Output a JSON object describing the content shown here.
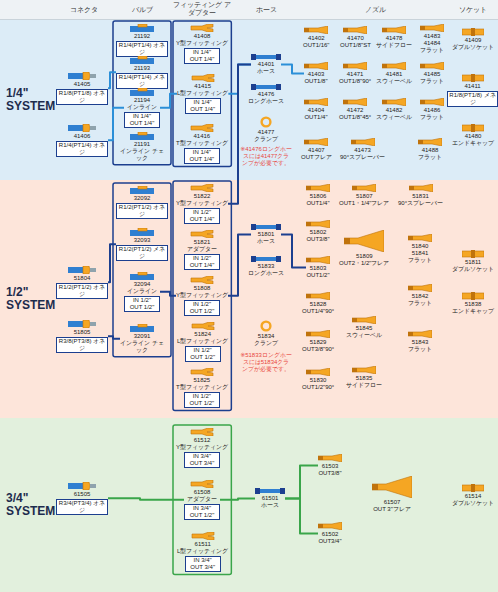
{
  "diagram": {
    "nodes": [
      {
        "text": [
          "1/4\" SYSTEM"
        ]
      },
      {
        "text": [
          "41405",
          "R1/8(PT1/8) オネジ"
        ],
        "in": 0
      },
      {
        "text": [
          "41406",
          "R1/4(PT1/4) オネジ"
        ],
        "in": 0
      },
      {
        "text": [
          "21192",
          "R1/4(PT1/4) オネジ"
        ],
        "in": 0
      },
      {
        "text": [
          "21193",
          "R1/4(PT1/4) メネジ"
        ],
        "in": 0
      },
      {
        "text": [
          "21194",
          "インライン",
          "IN 1/4\" OUT 1/4\""
        ],
        "in": 0
      },
      {
        "text": [
          "21191",
          "インライン チェック"
        ],
        "in": 0
      },
      {
        "text": [
          "41408",
          "Y型フィッティング",
          "IN 1/4\" OUT 1/4\""
        ],
        "in": 0
      },
      {
        "text": [
          "41415",
          "L型フィッティング",
          "IN 1/4\" OUT 1/4\""
        ],
        "in": 0
      },
      {
        "text": [
          "41416",
          "T型フィッティング",
          "IN 1/4\" OUT 1/4\""
        ],
        "in": 0
      },
      {
        "text": [
          "41401",
          "ホース"
        ],
        "in": 0
      },
      {
        "text": [
          "41476",
          "ロングホース"
        ],
        "in": 0
      },
      {
        "text": [
          "41477",
          "クランプ"
        ],
        "in": 0
      },
      {
        "text": [
          "41402",
          "OUT1/16\""
        ],
        "in": 0
      },
      {
        "text": [
          "41470",
          "OUT1/8\"ST"
        ],
        "in": 0
      },
      {
        "text": [
          "41478",
          "サイドフロー"
        ],
        "in": 0
      },
      {
        "text": [
          "41483",
          "41484",
          "フラット"
        ],
        "in": 0
      },
      {
        "text": [
          "41403",
          "OUT1/8\""
        ],
        "in": 0
      },
      {
        "text": [
          "41471",
          "OUT1/8\"90°"
        ],
        "in": 0
      },
      {
        "text": [
          "41481",
          "スウィーベル"
        ],
        "in": 0
      },
      {
        "text": [
          "41485",
          "フラット"
        ],
        "in": 0
      },
      {
        "text": [
          "41404",
          "OUT1/4\""
        ],
        "in": 0
      },
      {
        "text": [
          "41472",
          "OUT1/8\"45°"
        ],
        "in": 0
      },
      {
        "text": [
          "41482",
          "スウィーベル"
        ],
        "in": 0
      },
      {
        "text": [
          "41486",
          "フラット"
        ],
        "in": 0
      },
      {
        "text": [
          "41407",
          "OUTフレア"
        ],
        "in": 0
      },
      {
        "text": [
          "41473",
          "90°スプレーバー"
        ],
        "in": 0
      },
      {
        "text": [
          "41488",
          "フラット"
        ],
        "in": 0
      },
      {
        "text": [
          "41409",
          "ダブルソケット"
        ],
        "in": 0
      },
      {
        "text": [
          "41411",
          "R1/8(PT1/8) メネジ"
        ],
        "in": 0
      },
      {
        "text": [
          "41480",
          "エンドキャップ"
        ],
        "in": 0
      },
      {
        "text": [
          "1/2\" SYSTEM"
        ]
      },
      {
        "text": [
          "51804",
          "R1/2(PT1/2) オネジ"
        ],
        "in": 31
      },
      {
        "text": [
          "51805",
          "R3/8(PT3/8) オネジ"
        ],
        "in": 31
      },
      {
        "text": [
          "32092",
          "R1/2(PT1/2) オネジ"
        ],
        "in": 31
      },
      {
        "text": [
          "32093",
          "R1/2(PT1/2) メネジ"
        ],
        "in": 31
      },
      {
        "text": [
          "32094",
          "インライン",
          "IN 1/2\" OUT 1/2\""
        ],
        "in": 31
      },
      {
        "text": [
          "32091",
          "インライン チェック"
        ],
        "in": 31
      },
      {
        "text": [
          "51822",
          "Y型フィッティング",
          "IN 1/2\" OUT 1/4\""
        ],
        "in": 31
      },
      {
        "text": [
          "51821",
          "アダプター",
          "IN 1/2\" OUT 1/4\""
        ],
        "in": 31
      },
      {
        "text": [
          "51808",
          "Y型フィッティング",
          "IN 1/2\" OUT 1/2\""
        ],
        "in": 31
      },
      {
        "text": [
          "51824",
          "L型フィッティング",
          "IN 1/2\" OUT 1/2\""
        ],
        "in": 31
      },
      {
        "text": [
          "51825",
          "T型フィッティング",
          "IN 1/2\" OUT 1/2\""
        ],
        "in": 31
      },
      {
        "text": [
          "51801",
          "ホース"
        ],
        "in": 31
      },
      {
        "text": [
          "51833",
          "ロングホース"
        ],
        "in": 31
      },
      {
        "text": [
          "51834",
          "クランプ"
        ],
        "in": 31
      },
      {
        "text": [
          "51806",
          "OUT1/4\""
        ],
        "in": 31
      },
      {
        "text": [
          "51802",
          "OUT3/8\""
        ],
        "in": 31
      },
      {
        "text": [
          "51803",
          "OUT1/2\""
        ],
        "in": 31
      },
      {
        "text": [
          "51828",
          "OUT1/4\"90°"
        ],
        "in": 31
      },
      {
        "text": [
          "51829",
          "OUT3/8\"90°"
        ],
        "in": 31
      },
      {
        "text": [
          "51830",
          "OUT1/2\"90°"
        ],
        "in": 31
      },
      {
        "text": [
          "51807",
          "OUT1・1/4\"フレア"
        ],
        "in": 31
      },
      {
        "text": [
          "51809",
          "OUT2・1/2\"フレア"
        ],
        "in": 31
      },
      {
        "text": [
          "51845",
          "スウィーベル"
        ],
        "in": 31
      },
      {
        "text": [
          "51835",
          "サイドフロー"
        ],
        "in": 31
      },
      {
        "text": [
          "51831",
          "90°スプレーバー"
        ],
        "in": 31
      },
      {
        "text": [
          "51840",
          "51841",
          "フラット"
        ],
        "in": 31
      },
      {
        "text": [
          "51842",
          "フラット"
        ],
        "in": 31
      },
      {
        "text": [
          "51843",
          "フラット"
        ],
        "in": 31
      },
      {
        "text": [
          "51811",
          "ダブルソケット"
        ],
        "in": 31
      },
      {
        "text": [
          "51838",
          "エンドキャップ"
        ],
        "in": 31
      },
      {
        "text": [
          "3/4\" SYSTEM"
        ]
      },
      {
        "text": [
          "61505",
          "R3/4(PT3/4) オネジ"
        ],
        "in": 62
      },
      {
        "text": [
          "61512",
          "Y型フィッティング",
          "IN 3/4\" OUT 3/4\""
        ],
        "in": 62
      },
      {
        "text": [
          "61508",
          "アダプター",
          "IN 3/4\" OUT 1/2\""
        ],
        "in": 62
      },
      {
        "text": [
          "61511",
          "L型フィッティング",
          "IN 3/4\" OUT 3/4\""
        ],
        "in": 62
      },
      {
        "text": [
          "61501",
          "ホース"
        ],
        "in": 62
      },
      {
        "text": [
          "61503",
          "OUT3/8\""
        ],
        "in": 62
      },
      {
        "text": [
          "61502",
          "OUT3/4\""
        ],
        "in": 62
      },
      {
        "text": [
          "61507",
          "OUT 3\"フレア"
        ],
        "in": 62
      },
      {
        "text": [
          "61514",
          "ダブルソケット"
        ],
        "in": 62
      }
    ],
    "edges": [
      {
        "from": 1,
        "to": 4,
        "arrow": "none"
      },
      {
        "from": 2,
        "to": 5,
        "arrow": "none"
      },
      {
        "from": 5,
        "to": 8,
        "arrow": "none"
      },
      {
        "from": 8,
        "to": 10,
        "arrow": "none"
      },
      {
        "from": 10,
        "to": 17,
        "arrow": "none"
      },
      {
        "from": 32,
        "to": 35,
        "arrow": "none"
      },
      {
        "from": 33,
        "to": 37,
        "arrow": "none"
      },
      {
        "from": 36,
        "to": 40,
        "arrow": "none"
      },
      {
        "from": 38,
        "to": 10,
        "arrow": "none"
      },
      {
        "from": 40,
        "to": 43,
        "arrow": "none"
      },
      {
        "from": 43,
        "to": 48,
        "arrow": "none"
      },
      {
        "from": 63,
        "to": 65,
        "arrow": "none"
      },
      {
        "from": 65,
        "to": 67,
        "arrow": "none"
      },
      {
        "from": 67,
        "to": 68,
        "arrow": "none"
      },
      {
        "from": 67,
        "to": 69,
        "arrow": "none"
      }
    ],
    "labels": [
      "コネクタ",
      "バルブ",
      "フィッティング アダプター",
      "ホース",
      "ノズル",
      "ソケット",
      "※41476ロングホースには41477クランプが必要です。",
      "※51833ロングホースには51834クランプが必要です。"
    ]
  }
}
